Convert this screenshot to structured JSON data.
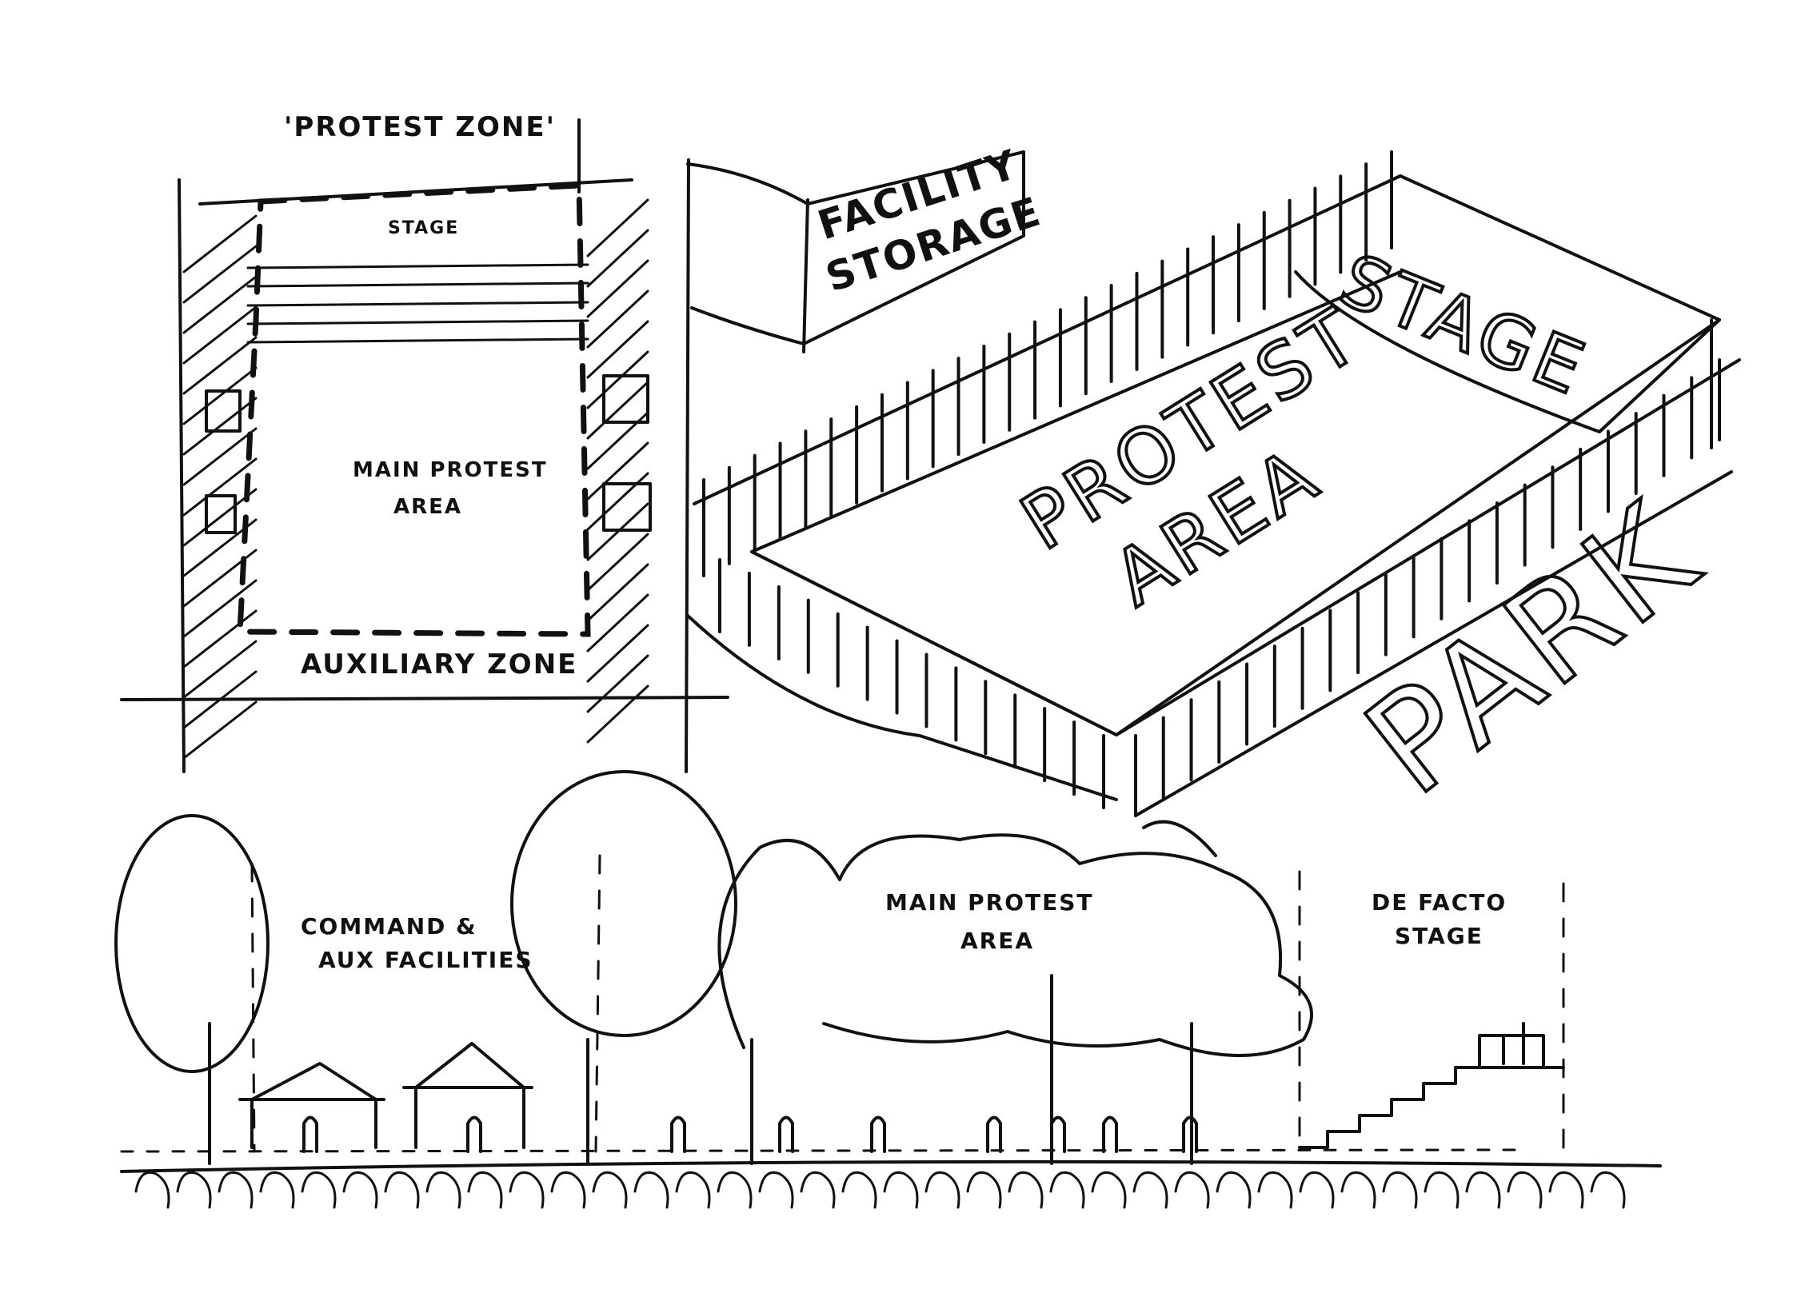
{
  "plan": {
    "title": "'PROTEST ZONE'",
    "stage": "STAGE",
    "main_area_line1": "MAIN PROTEST",
    "main_area_line2": "AREA",
    "auxiliary": "AUXILIARY ZONE"
  },
  "perspective": {
    "storage_line1": "FACILITY",
    "storage_line2": "STORAGE",
    "stage": "STAGE",
    "area_line1": "PROTEST",
    "area_line2": "AREA",
    "park": "PARK"
  },
  "section": {
    "command_line1": "COMMAND &",
    "command_line2": "AUX FACILITIES",
    "main_line1": "MAIN PROTEST",
    "main_line2": "AREA",
    "stage_line1": "DE FACTO",
    "stage_line2": "STAGE"
  },
  "colors": {
    "ink": "#111111",
    "paper": "#ffffff"
  }
}
